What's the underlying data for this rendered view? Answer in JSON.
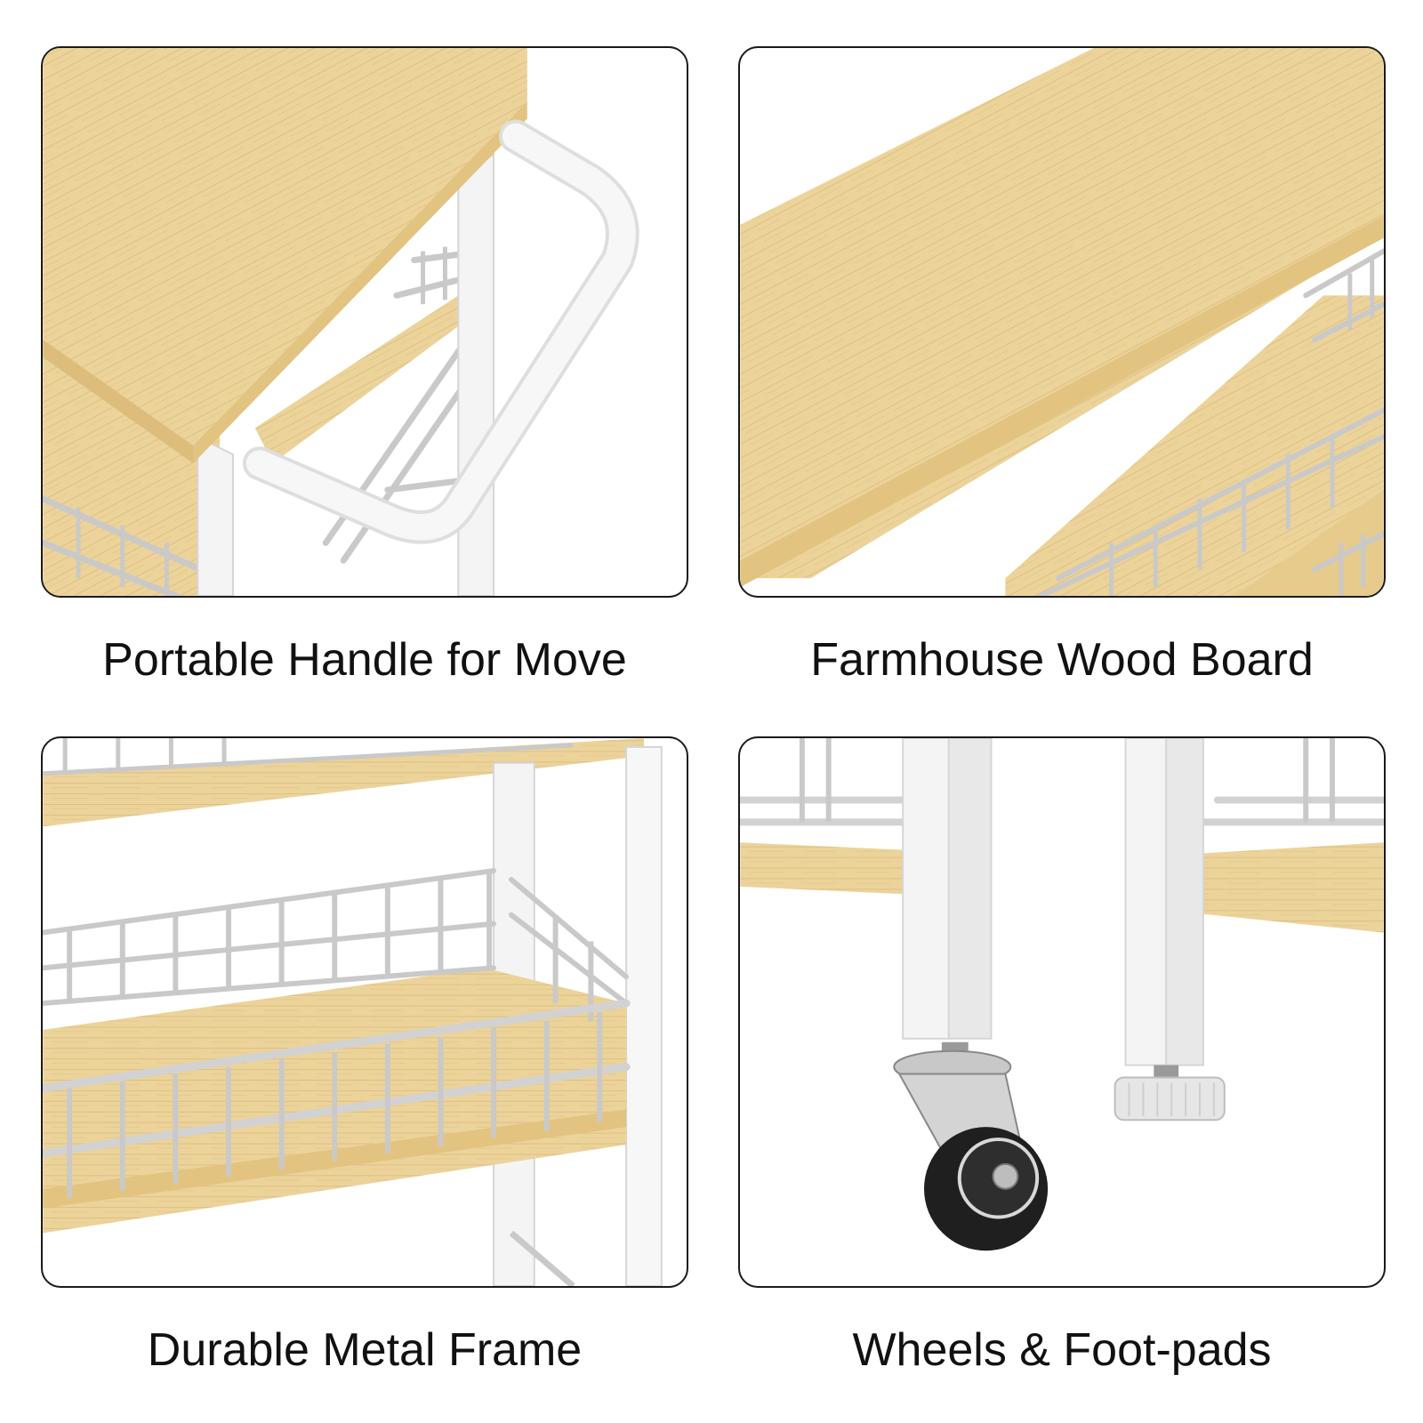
{
  "features": [
    {
      "caption": "Portable Handle for Move",
      "illustration": "handle-closeup"
    },
    {
      "caption": "Farmhouse Wood Board",
      "illustration": "wood-board-closeup"
    },
    {
      "caption": "Durable Metal Frame",
      "illustration": "metal-basket-closeup"
    },
    {
      "caption": "Wheels & Foot-pads",
      "illustration": "caster-and-footpad-closeup"
    }
  ],
  "colors": {
    "wood": "#ecd39a",
    "wood_edge": "#e2c480",
    "wood_grain": "#d9bb78",
    "metal": "#f2f2f2",
    "wire": "#c9c9c9",
    "outline": "#1a1a1a",
    "text": "#111111"
  }
}
